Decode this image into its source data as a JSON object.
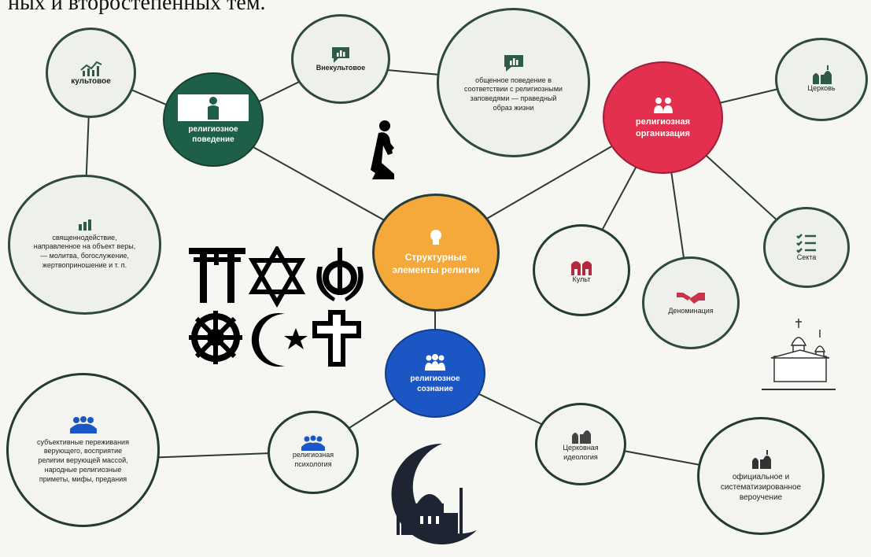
{
  "header_fragment": "ных и второстепенных тем.",
  "center": {
    "label": "Структурные элементы религии"
  },
  "nodes": {
    "kultovoe": "культовое",
    "vnekultovoe": "Внекультовое",
    "obshchennoe": "общенное поведение в соответствии с религиозными заповедями — праведный образ жизни",
    "religious_behavior": "религиозное поведение",
    "svyashchennodeystvie": "священнодействие, направленное на объект веры, — молитва, богослужение, жертвоприношение и т. п.",
    "religious_org": "религиозная организация",
    "tserkov": "Церковь",
    "kult": "Культ",
    "sekta": "Секта",
    "denominatsiya": "Деноминация",
    "religious_consciousness": "религиозное сознание",
    "subjective": "субъективные переживания верующего, восприятие религии верующей массой, народные религиозные приметы, мифы, предания",
    "religious_psychology": "религиозная психология",
    "church_ideology": "Церковная идеология",
    "official": "официальное и систематизированное вероучение"
  },
  "colors": {
    "green": "#1e5f47",
    "red": "#e4304f",
    "orange": "#f4a93a",
    "blue": "#1a56c4",
    "outline": "#2e4a3a"
  },
  "icons": [
    "chart-icon",
    "chat-icon",
    "praying-person-icon",
    "people-icon",
    "church-icon",
    "list-icon",
    "handshake-icon",
    "torii-icon",
    "star-of-david-icon",
    "khanda-icon",
    "dharma-wheel-icon",
    "crescent-star-icon",
    "cross-icon",
    "mosque-crescent-icon",
    "cathedral-icon",
    "bulb-icon"
  ]
}
